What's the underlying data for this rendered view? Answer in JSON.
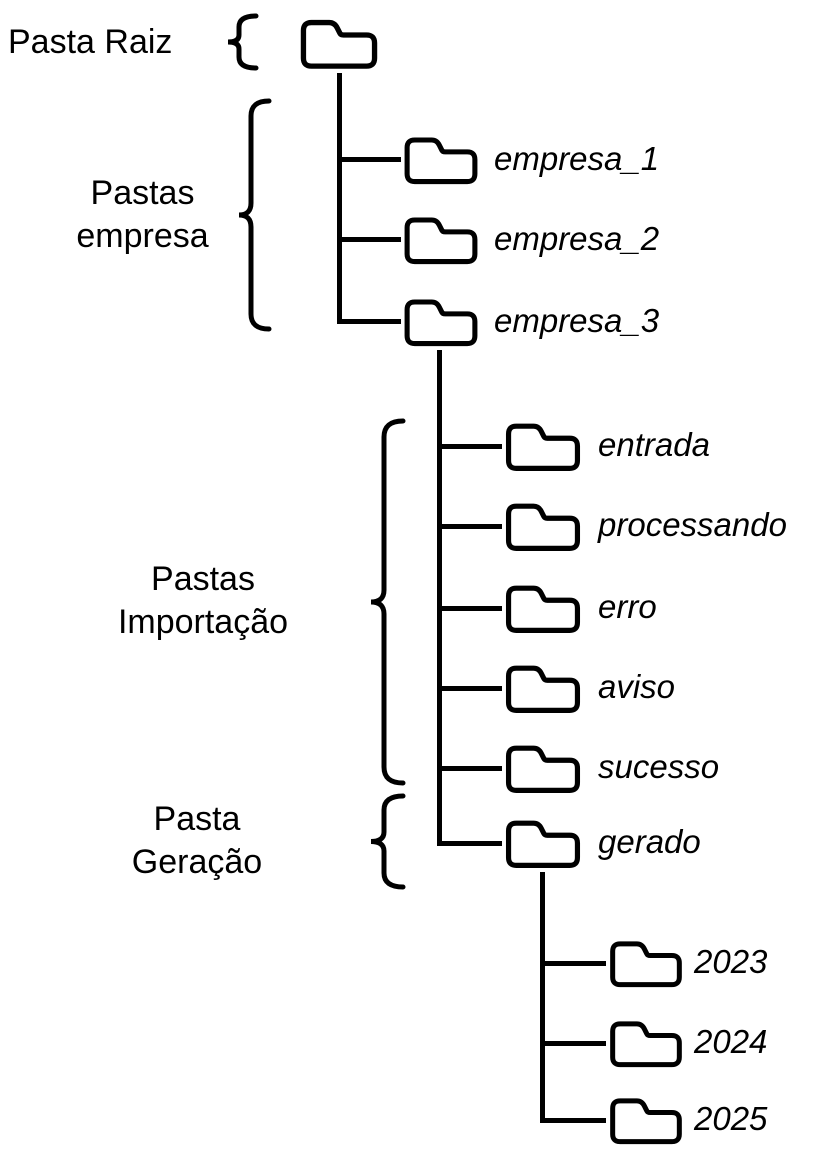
{
  "diagram": {
    "side_labels": {
      "root": "Pasta Raiz",
      "empresa_l1": "Pastas",
      "empresa_l2": "empresa",
      "importacao_l1": "Pastas",
      "importacao_l2": "Importação",
      "geracao_l1": "Pasta",
      "geracao_l2": "Geração"
    },
    "folders": {
      "empresa_1": "empresa_1",
      "empresa_2": "empresa_2",
      "empresa_3": "empresa_3",
      "entrada": "entrada",
      "processando": "processando",
      "erro": "erro",
      "aviso": "aviso",
      "sucesso": "sucesso",
      "gerado": "gerado",
      "y2023": "2023",
      "y2024": "2024",
      "y2025": "2025"
    },
    "icons": {
      "folder": "folder-outline-icon",
      "brace": "curly-brace"
    },
    "colors": {
      "line": "#000000",
      "background": "#ffffff"
    }
  }
}
